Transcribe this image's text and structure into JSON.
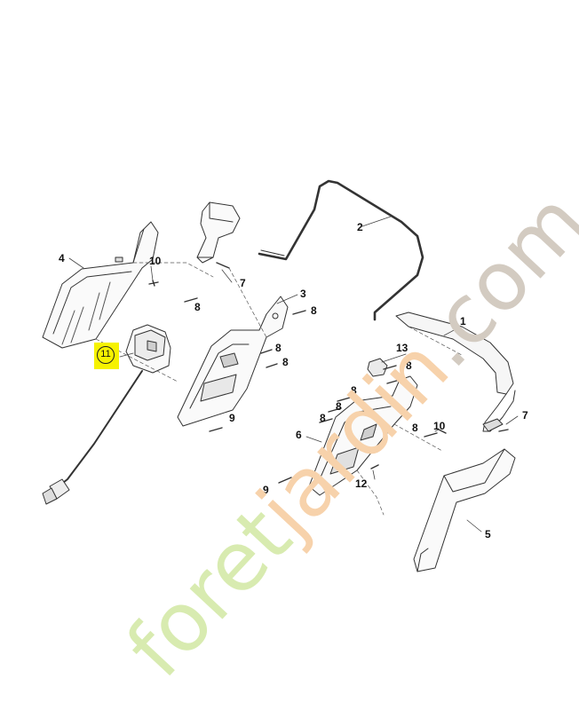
{
  "watermark": {
    "part1": "foret",
    "part2": "jardin",
    "part3": ".com",
    "color_green": "#d8ebb0",
    "color_orange": "#f7d2ab",
    "color_grey": "#d3cbc1"
  },
  "highlight_color": "#f6f200",
  "callouts": {
    "c1": "1",
    "c2": "2",
    "c3": "3",
    "c4": "4",
    "c5": "5",
    "c6": "6",
    "c7a": "7",
    "c7b": "7",
    "c8a": "8",
    "c8b": "8",
    "c8c": "8",
    "c8d": "8",
    "c8e": "8",
    "c8f": "8",
    "c8g": "8",
    "c9a": "9",
    "c9b": "9",
    "c10a": "10",
    "c10b": "10",
    "c11": "11",
    "c12": "12",
    "c13": "13"
  }
}
